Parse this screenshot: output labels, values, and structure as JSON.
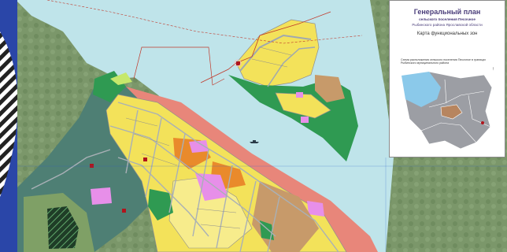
{
  "legend": {
    "title": "Генеральный план",
    "subtitle_line1": "сельского поселения Песочное",
    "subtitle_line2": "Рыбинского района Ярославской области",
    "map_name": "Карта функциональных зон",
    "inset_caption": "Схема расположения сельского поселения Песочное в границах Рыбинского муниципального района"
  },
  "colors": {
    "water": "#bfe4ea",
    "forest": "#2f9a52",
    "meadow": "#7fa066",
    "residential": "#f3e25a",
    "residential_light": "#f7ec8c",
    "public_business": "#e78fe9",
    "industrial": "#e98a2b",
    "special": "#c79a6a",
    "river_bank_zone": "#e8867a",
    "agricultural": "#4e7f74",
    "boundary": "#c0392b",
    "inset_district": "#9c9ea4",
    "inset_highlight": "#8bc9ea"
  },
  "icons": {
    "north": "north-arrow-icon",
    "boat": "boat-icon",
    "object_marker": "square-marker-icon"
  }
}
